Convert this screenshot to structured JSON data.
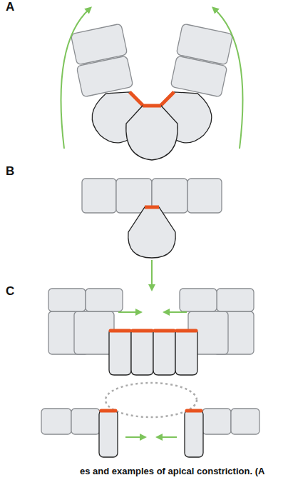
{
  "diagram": {
    "caption": "es and examples of apical constriction. (A",
    "labels": [
      "A",
      "B",
      "C"
    ]
  }
}
